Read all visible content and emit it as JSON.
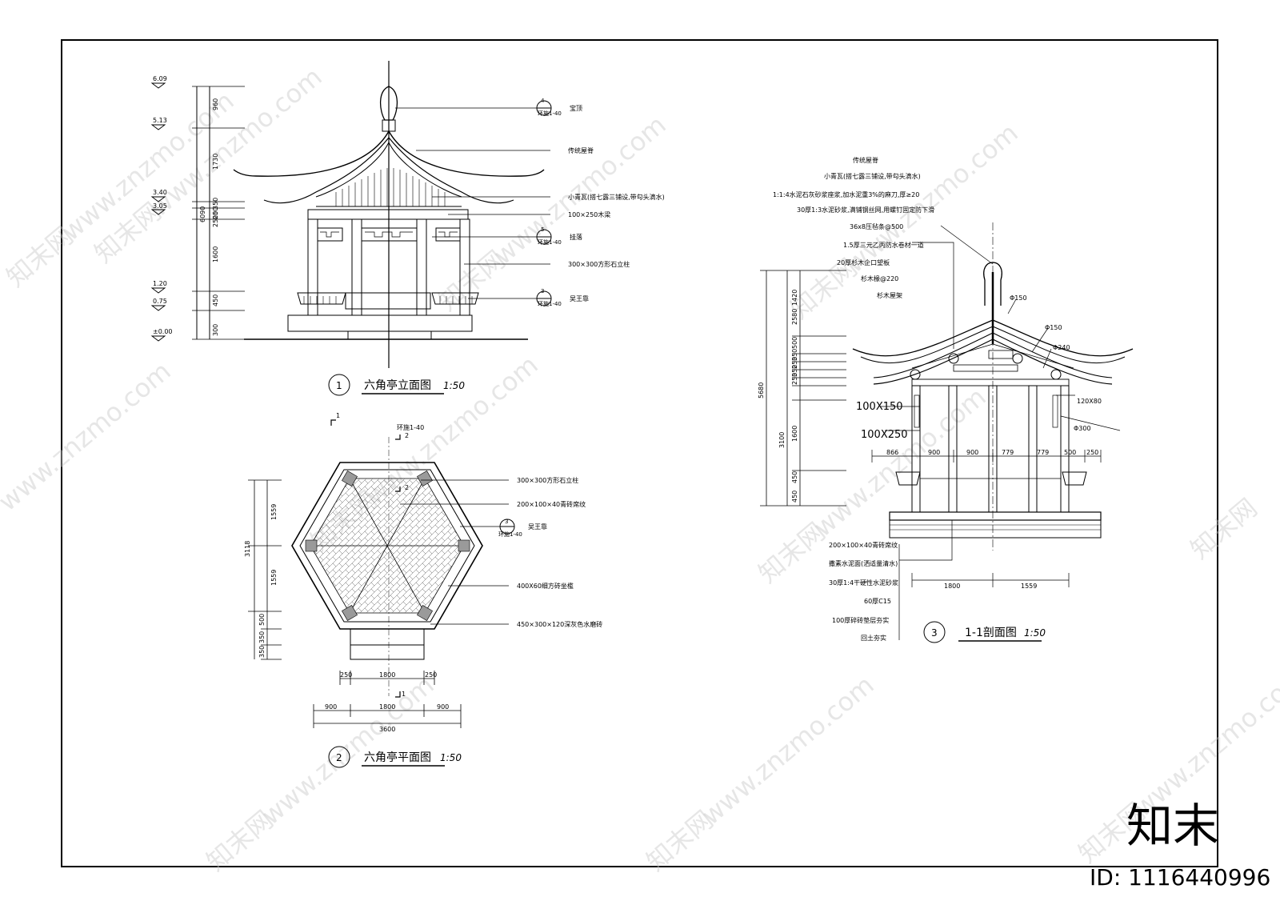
{
  "watermark": {
    "site": "www.znzmo.com",
    "brand_cn": "知末网",
    "logo_text": "知末",
    "id_label": "ID: 1116440996"
  },
  "elevation": {
    "num": "1",
    "title": "六角亭立面图",
    "scale": "1:50",
    "levels": [
      "6.09",
      "5.13",
      "3.40",
      "3.05",
      "1.20",
      "0.75",
      "±0.00"
    ],
    "dims": [
      "960",
      "1730",
      "350",
      "250",
      "2500",
      "1600",
      "450",
      "300",
      "6090"
    ],
    "detail_top": {
      "num": "4",
      "ref": "环施1-40"
    },
    "detail_mid": {
      "num": "5",
      "ref": "环施1-40"
    },
    "detail_bot": {
      "num": "3",
      "ref": "环施1-40"
    },
    "notes": [
      "宝顶",
      "传统屋脊",
      "小青瓦(搭七露三铺设,带勾头滴水)",
      "100×250木梁",
      "挂落",
      "300×300方形石立柱",
      "吴王靠"
    ]
  },
  "plan": {
    "num": "2",
    "title": "六角亭平面图",
    "scale": "1:50",
    "section_marks": [
      "1",
      "2"
    ],
    "section_ref": "环施1-40",
    "detail": {
      "num": "3",
      "ref": "环施1-40"
    },
    "notes": [
      "300×300方形石立柱",
      "200×100×40青砖席纹",
      "吴王靠",
      "400X60细方砖坐檻",
      "450×300×120深灰色水磨砖"
    ],
    "dims_v": [
      "1559",
      "1559",
      "3118",
      "500",
      "350",
      "350"
    ],
    "dims_h1": [
      "250",
      "1800",
      "250"
    ],
    "dims_h2": [
      "900",
      "1800",
      "900"
    ],
    "dims_total": "3600"
  },
  "section": {
    "num": "3",
    "title": "1-1剖面图",
    "scale": "1:50",
    "roof_notes": [
      "传统屋脊",
      "小青瓦(搭七露三铺设,带勾头滴水)",
      "1:1:4水泥石灰砂浆座浆,加水泥重3%的麻刀,厚≥20",
      "30厚1:3水泥砂浆,满铺钢丝网,用螺钉固定防下滑",
      "36x8压毡条@500",
      "1.5厚三元乙丙防水卷材一道",
      "20厚杉木企口望板",
      "杉木椽@220",
      "杉木屋架"
    ],
    "member_labels": [
      "Φ150",
      "Φ150",
      "Φ240",
      "120X80",
      "Φ300",
      "100X150",
      "100X250"
    ],
    "floor_notes": [
      "200×100×40青砖席纹",
      "撒素水泥面(洒适量清水)",
      "30厚1:4干硬性水泥砂浆",
      "60厚C15",
      "100厚碎砖垫层夯实",
      "回土夯实"
    ],
    "dims_v": [
      "1420",
      "2580",
      "500",
      "350",
      "250",
      "350",
      "250",
      "1600",
      "450",
      "3100",
      "5680",
      "450"
    ],
    "dims_h": [
      "866",
      "900",
      "900",
      "779",
      "779",
      "500",
      "250"
    ],
    "dims_bottom": [
      "1800",
      "1559"
    ]
  }
}
